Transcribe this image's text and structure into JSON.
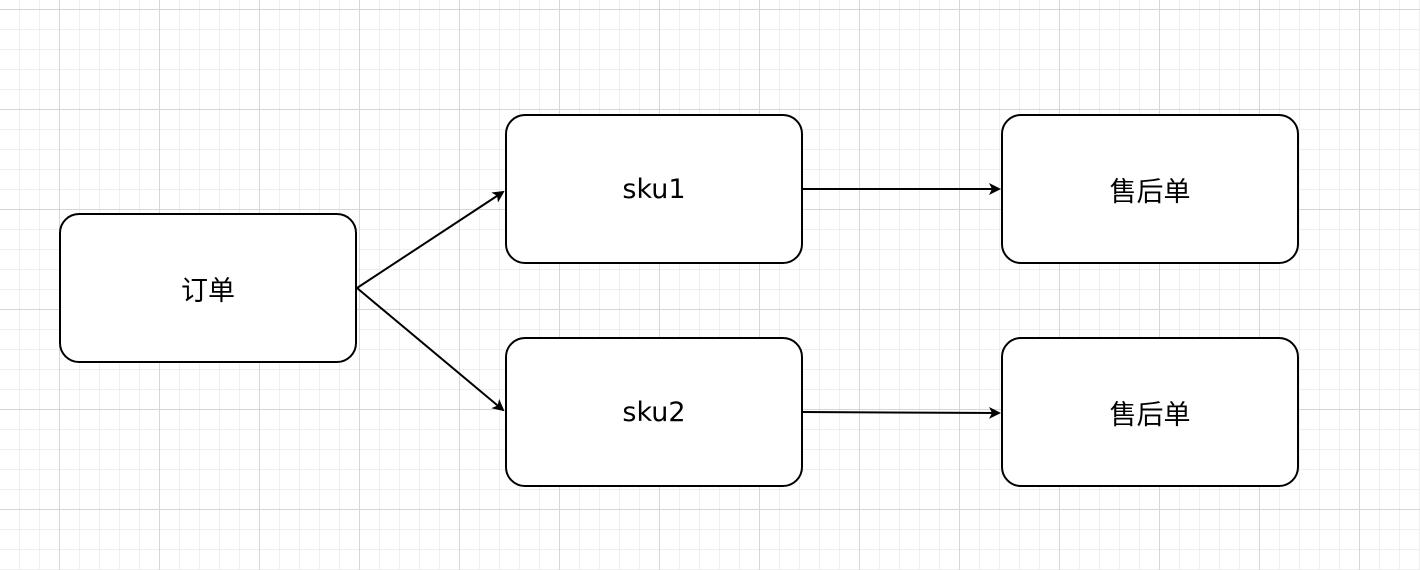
{
  "diagram": {
    "nodes": [
      {
        "id": "order",
        "label": "订单"
      },
      {
        "id": "sku1",
        "label": "sku1"
      },
      {
        "id": "sku2",
        "label": "sku2"
      },
      {
        "id": "after_sale_1",
        "label": "售后单"
      },
      {
        "id": "after_sale_2",
        "label": "售后单"
      }
    ],
    "edges": [
      {
        "from": "order",
        "to": "sku1"
      },
      {
        "from": "order",
        "to": "sku2"
      },
      {
        "from": "sku1",
        "to": "after_sale_1"
      },
      {
        "from": "sku2",
        "to": "after_sale_2"
      }
    ],
    "colors": {
      "stroke": "#000000",
      "node_fill": "#ffffff",
      "grid": "#d6d6d6"
    }
  }
}
